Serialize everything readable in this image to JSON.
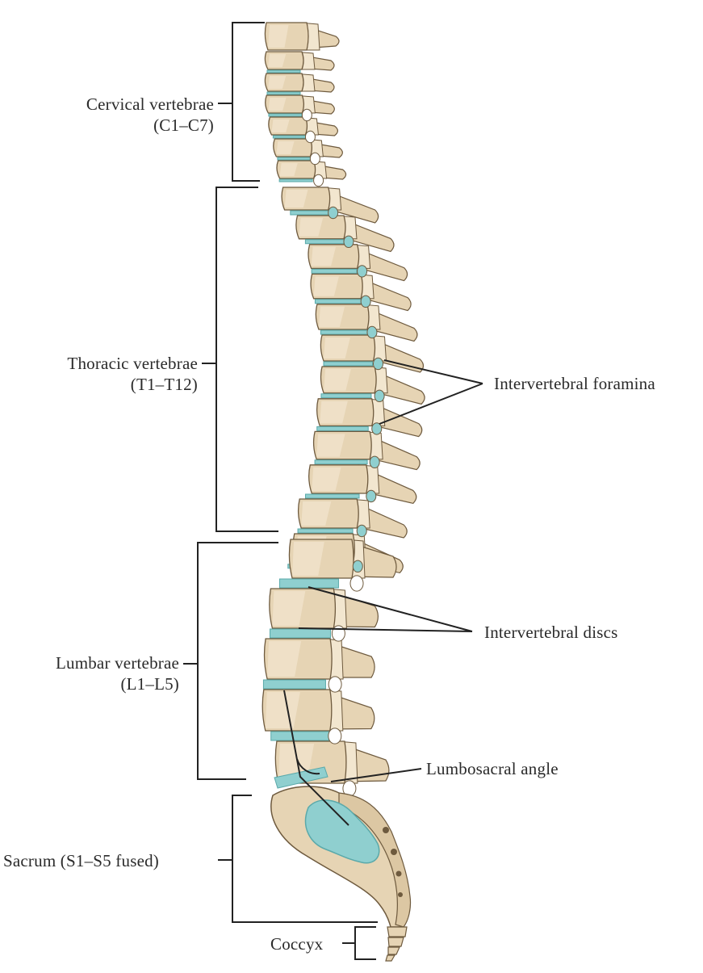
{
  "labels": {
    "cervical": {
      "name": "Cervical vertebrae",
      "range": "(C1–C7)"
    },
    "thoracic": {
      "name": "Thoracic vertebrae",
      "range": "(T1–T12)"
    },
    "lumbar": {
      "name": "Lumbar vertebrae",
      "range": "(L1–L5)"
    },
    "sacrum": "Sacrum (S1–S5 fused)",
    "coccyx": "Coccyx",
    "intervertebral_foramina": "Intervertebral foramina",
    "intervertebral_discs": "Intervertebral discs",
    "lumbosacral_angle": "Lumbosacral angle"
  },
  "colors": {
    "bone_fill": "#e6d4b4",
    "bone_light": "#f2e6cf",
    "bone_shadow": "#b89e76",
    "bone_outline": "#6e5a3e",
    "disc": "#8fcfcf",
    "disc_dark": "#5aa9aa",
    "line": "#222222"
  }
}
